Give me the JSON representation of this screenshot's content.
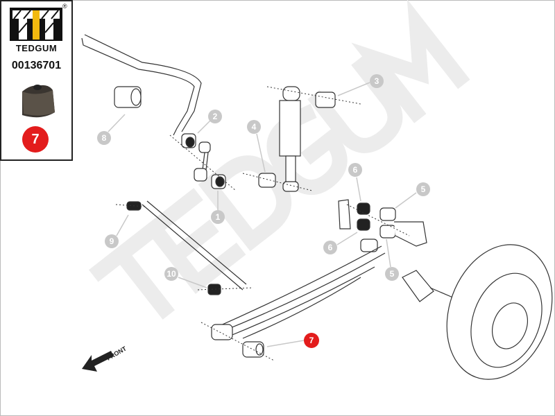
{
  "brand": {
    "name": "TEDGUM",
    "registered_mark": "®"
  },
  "part_number": "00136701",
  "highlighted_position": "7",
  "watermark": "TEDGUM",
  "direction_label": "FRONT",
  "callouts": [
    {
      "label": "1"
    },
    {
      "label": "2"
    },
    {
      "label": "3"
    },
    {
      "label": "4"
    },
    {
      "label": "5"
    },
    {
      "label": "5"
    },
    {
      "label": "6"
    },
    {
      "label": "6"
    },
    {
      "label": "8"
    },
    {
      "label": "9"
    },
    {
      "label": "10"
    },
    {
      "label": "7"
    }
  ],
  "colors": {
    "callout": "#c8c8c8",
    "highlight": "#e31c1c",
    "logo_accent": "#f2b90f"
  }
}
